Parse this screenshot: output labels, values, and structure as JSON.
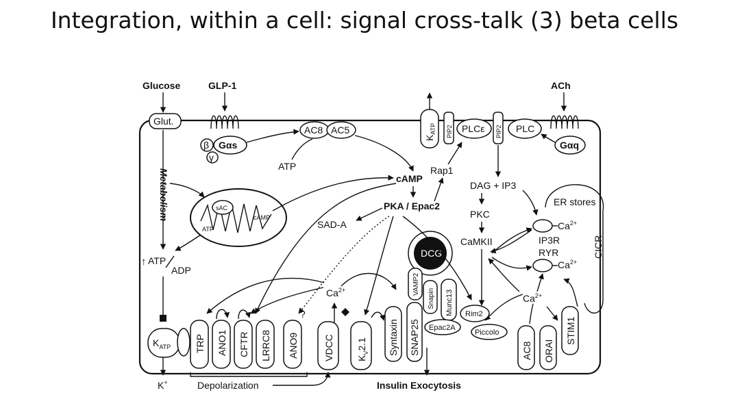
{
  "slide": {
    "title": "Integration, within a cell: signal cross-talk (3) beta cells"
  },
  "figure": {
    "inputs": {
      "glucose": "Glucose",
      "glp1": "GLP-1",
      "ach": "ACh"
    },
    "glut": "Glut.",
    "metabolism": "Metabolism",
    "g_proteins": {
      "beta": "β",
      "gamma": "γ",
      "galpha_s": "Gαs",
      "galpha_q": "Gαq"
    },
    "adenylyl_cyclases": {
      "ac8": "AC8",
      "ac5": "AC5"
    },
    "atp_source": "ATP",
    "mito": {
      "sac": "sAC",
      "atp": "ATP",
      "camp": "cAMP"
    },
    "camp": "cAMP",
    "pka_epac2": "PKA / Epac2",
    "sad_a": "SAD-A",
    "rap1": "Rap1",
    "atp_ratio": {
      "atp": "ATP",
      "adp": "ADP"
    },
    "membrane_top": {
      "katp_k": "K",
      "katp_sub": "ATP",
      "pip2": "PIP2",
      "plce": "PLCε",
      "plc": "PLC"
    },
    "dag_ip3": "DAG + IP3",
    "pkc": "PKC",
    "camkii": "CaMKII",
    "er_stores": "ER stores",
    "ip3r": "IP3R",
    "ryr": "RYR",
    "cicr": "CICR",
    "ca_ion": "Ca",
    "ca_charge": "2+",
    "dcg": "DCG",
    "snare": {
      "vamp2": "VAMP2",
      "snapin": "Snapin",
      "munc13": "Munc13",
      "rim2": "Rim2",
      "epac2a": "Epac2A",
      "piccolo": "Piccolo",
      "syntaxin": "Syntaxin",
      "snap25": "SNAP25"
    },
    "channels_bottom": {
      "katp_k": "K",
      "katp_sub": "ATP",
      "trp": "TRP",
      "ano1": "ANO1",
      "cftr": "CFTR",
      "lrrc8": "LRRC8",
      "ano9": "ANO9",
      "vdcc": "VDCC",
      "kv_k": "K",
      "kv_sub": "V",
      "kv_num": "2.1",
      "ac8": "AC8",
      "orai": "ORAI",
      "stim1": "STIM1"
    },
    "question_mark": "?",
    "potassium": "K",
    "potassium_charge": "+",
    "depolarization": "Depolarization",
    "insulin_exocytosis": "Insulin Exocytosis",
    "colors": {
      "ink": "#111111",
      "granule": "#111111",
      "background": "#ffffff"
    }
  }
}
